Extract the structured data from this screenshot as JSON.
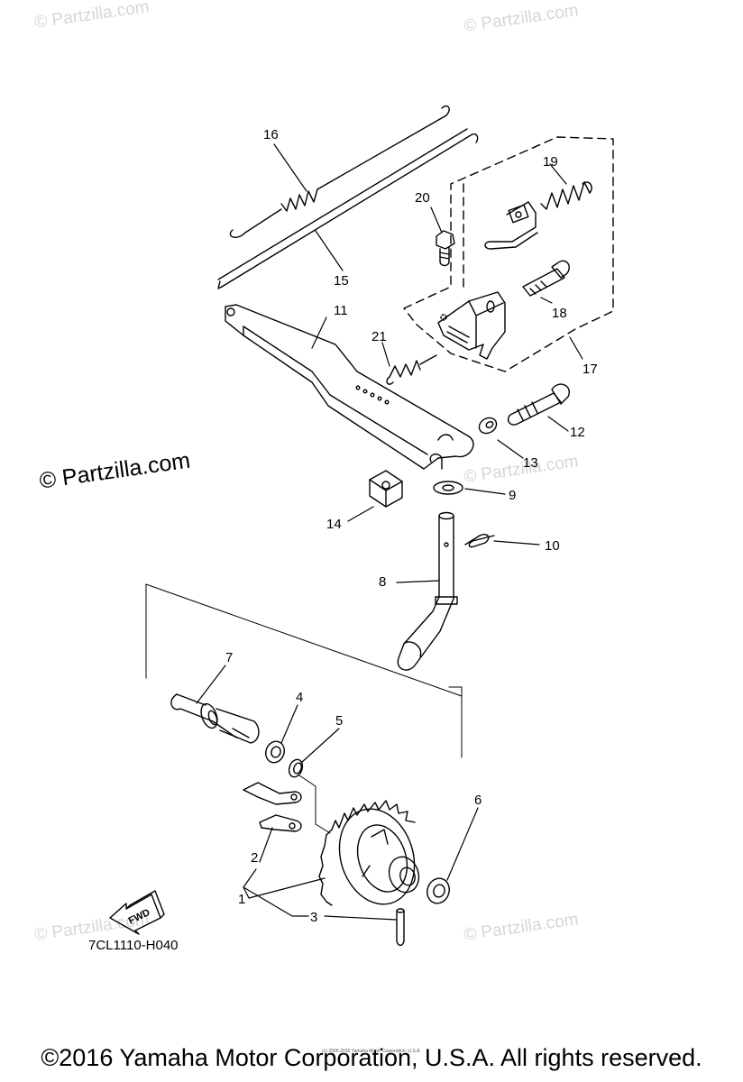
{
  "watermark": "© Partzilla.com",
  "callouts": [
    "1",
    "2",
    "3",
    "4",
    "5",
    "6",
    "7",
    "8",
    "9",
    "10",
    "11",
    "12",
    "13",
    "14",
    "15",
    "16",
    "17",
    "18",
    "19",
    "20",
    "21"
  ],
  "fwd_label": "FWD",
  "diagram_code": "7CL1110-H040",
  "fine_print": "(c) 2005-2016 Yamaha Motor Corporation, U.S.A.",
  "copyright": "©2016 Yamaha Motor Corporation, U.S.A. All rights reserved."
}
